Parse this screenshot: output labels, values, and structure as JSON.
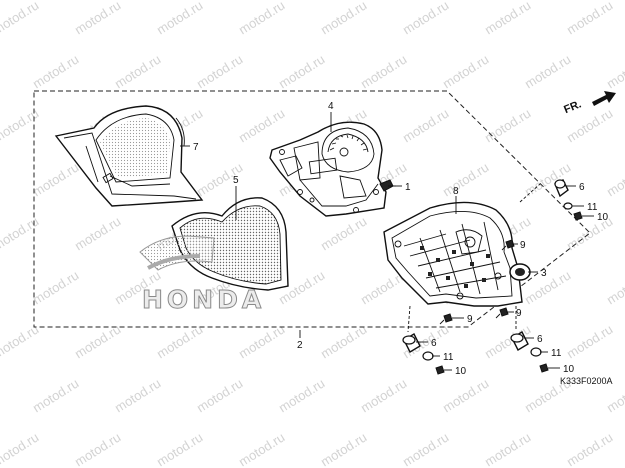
{
  "watermark": "motod.ru",
  "orientation": "FR.",
  "diagram_code": "K333F0200A",
  "logo_text": "HONDA",
  "part_numbers": {
    "p1": "1",
    "p2": "2",
    "p3": "3",
    "p4": "4",
    "p5": "5",
    "p6a": "6",
    "p6b": "6",
    "p7": "7",
    "p8": "8",
    "p9a": "9",
    "p9b": "9",
    "p9c": "9",
    "p10a": "10",
    "p10b": "10",
    "p11a": "11",
    "p11b": "11"
  }
}
